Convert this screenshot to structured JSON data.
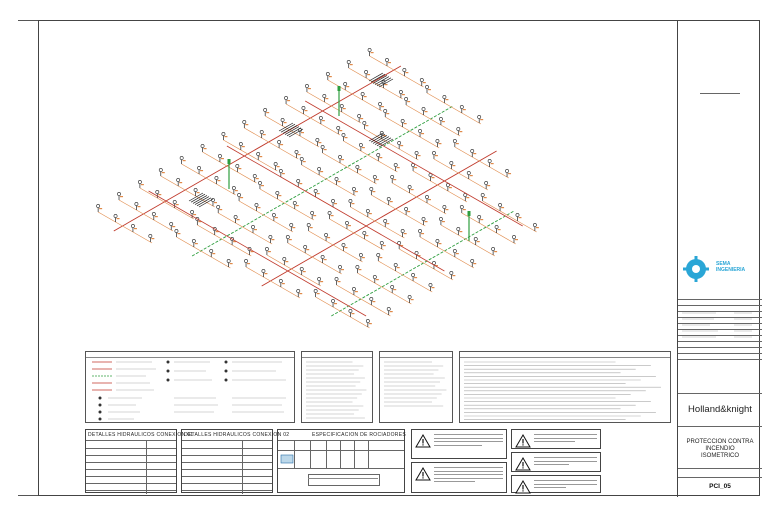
{
  "title_block": {
    "company": "Holland&knight",
    "project_title": [
      "PROTECCION CONTRA",
      "INCENDIO",
      "ISOMETRICO"
    ],
    "sheet_number": "PCI_05",
    "logo_label": [
      "SEMA",
      "INGENIERIA"
    ]
  },
  "tables": {
    "left_title": "DETALLES HIDRAULICOS CONEXION 01",
    "mid_title": "DETALLES HIDRAULICOS CONEXION 02",
    "spec_title": "ESPECIFICACION DE ROCIADORES"
  },
  "colors": {
    "pipe_main": "#c0392b",
    "pipe_branch": "#e08a4a",
    "pipe_green": "#2e9e3e",
    "logo": "#2aa6d6",
    "line": "#333333"
  }
}
